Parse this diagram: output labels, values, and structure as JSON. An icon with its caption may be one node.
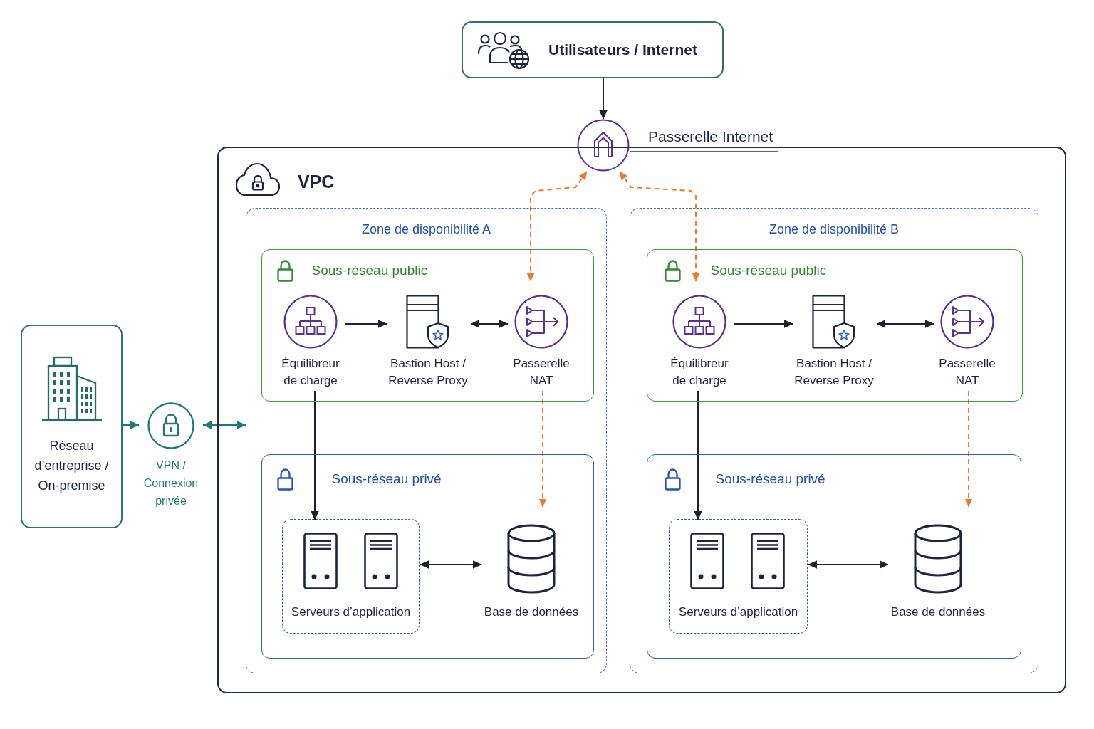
{
  "diagram": {
    "nodes": [
      {
        "text": [
          "Utilisateurs / Internet"
        ]
      },
      {
        "text": [
          "Passerelle Internet"
        ]
      },
      {
        "text": [
          "VPC"
        ]
      },
      {
        "text": [
          "Zone de disponibilité A"
        ],
        "in": 2
      },
      {
        "text": [
          "Sous-réseau public"
        ],
        "in": 3
      },
      {
        "text": [
          "Équilibreur de charge"
        ],
        "in": 4
      },
      {
        "text": [
          "Bastion Host / Reverse Proxy"
        ],
        "in": 4
      },
      {
        "text": [
          "Passerelle NAT"
        ],
        "in": 4
      },
      {
        "text": [
          "Sous-réseau privé"
        ],
        "in": 3
      },
      {
        "text": [
          "Serveurs d’application"
        ],
        "in": 8
      },
      {
        "text": [
          "Base de données"
        ],
        "in": 8
      },
      {
        "text": [
          "Zone de disponibilité B"
        ],
        "in": 2
      },
      {
        "text": [
          "Sous-réseau public"
        ],
        "in": 11
      },
      {
        "text": [
          "Équilibreur de charge"
        ],
        "in": 12
      },
      {
        "text": [
          "Bastion Host / Reverse Proxy"
        ],
        "in": 12
      },
      {
        "text": [
          "Passerelle NAT"
        ],
        "in": 12
      },
      {
        "text": [
          "Sous-réseau privé"
        ],
        "in": 11
      },
      {
        "text": [
          "Serveurs d’application"
        ],
        "in": 16
      },
      {
        "text": [
          "Base de données"
        ],
        "in": 16
      },
      {
        "text": [
          "Réseau d’entreprise / On-premise"
        ]
      },
      {
        "text": [
          "VPN / Connexion privée"
        ]
      }
    ],
    "edges": [
      {
        "from": 0,
        "to": 1,
        "arrow": "to"
      },
      {
        "from": 1,
        "to": 7,
        "arrow": "both",
        "style": "dashed",
        "color": "#f07a2c"
      },
      {
        "from": 1,
        "to": 13,
        "arrow": "both",
        "style": "dashed",
        "color": "#f07a2c"
      },
      {
        "from": 5,
        "to": 6,
        "arrow": "to"
      },
      {
        "from": 6,
        "to": 7,
        "arrow": "both"
      },
      {
        "from": 5,
        "to": 9,
        "arrow": "to"
      },
      {
        "from": 7,
        "to": 10,
        "arrow": "to",
        "style": "dashed",
        "color": "#f07a2c"
      },
      {
        "from": 9,
        "to": 10,
        "arrow": "both"
      },
      {
        "from": 13,
        "to": 14,
        "arrow": "to"
      },
      {
        "from": 14,
        "to": 15,
        "arrow": "both"
      },
      {
        "from": 13,
        "to": 17,
        "arrow": "to"
      },
      {
        "from": 15,
        "to": 18,
        "arrow": "to",
        "style": "dashed",
        "color": "#f07a2c"
      },
      {
        "from": 17,
        "to": 18,
        "arrow": "both"
      },
      {
        "from": 19,
        "to": 20,
        "arrow": "to",
        "color": "#1f7a74"
      },
      {
        "from": 20,
        "to": 3,
        "arrow": "both",
        "color": "#1f7a74"
      }
    ]
  }
}
